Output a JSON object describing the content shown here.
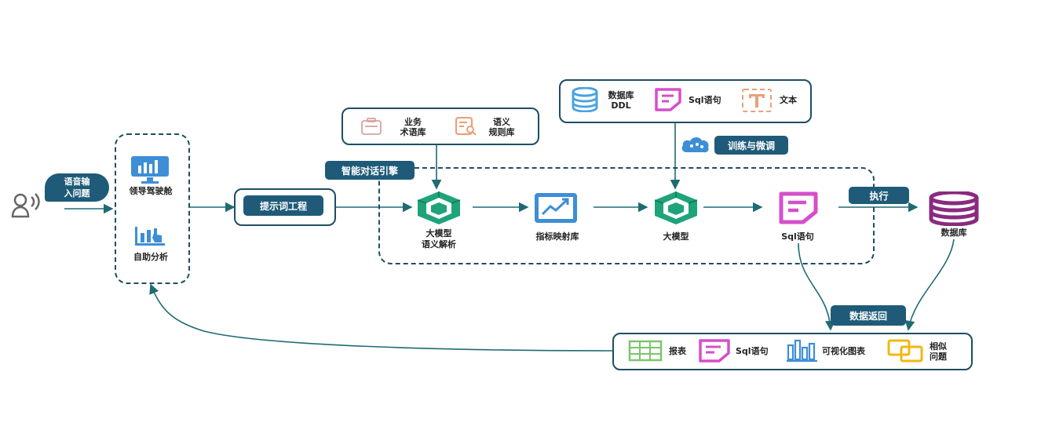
{
  "input": {
    "voice_bubble": [
      "语音输",
      "入问题"
    ]
  },
  "left_panel": {
    "cockpit": "领导驾驶舱",
    "self_analysis": "自助分析"
  },
  "prompt_engineering": "提示词工程",
  "engine_label": "智能对话引擎",
  "knowledge_box": {
    "business_terms": [
      "业务",
      "术语库"
    ],
    "semantic_rules": [
      "语义",
      "规则库"
    ]
  },
  "training_box": {
    "db_ddl": [
      "数据库",
      "DDL"
    ],
    "sql": "Sql语句",
    "text": "文本"
  },
  "train_tag": "训练与微调",
  "nodes": {
    "llm_parse": [
      "大模型",
      "语义解析"
    ],
    "metric_map": "指标映射库",
    "llm": "大模型",
    "sql_stmt": "Sql语句",
    "database": "数据库"
  },
  "execute_tag": "执行",
  "return_tag": "数据返回",
  "output_box": {
    "report": "报表",
    "sql": "Sql语句",
    "viz_chart": "可视化图表",
    "similar": [
      "相似",
      "问题"
    ]
  },
  "colors": {
    "dark_teal": "#1f5b79",
    "green": "#1fa37b",
    "magenta": "#d54fc9",
    "purple": "#8a2a7f",
    "blue": "#3d8ed6",
    "orange": "#e9a07a",
    "yellow": "#f1b812",
    "light_green": "#7cc66b"
  }
}
